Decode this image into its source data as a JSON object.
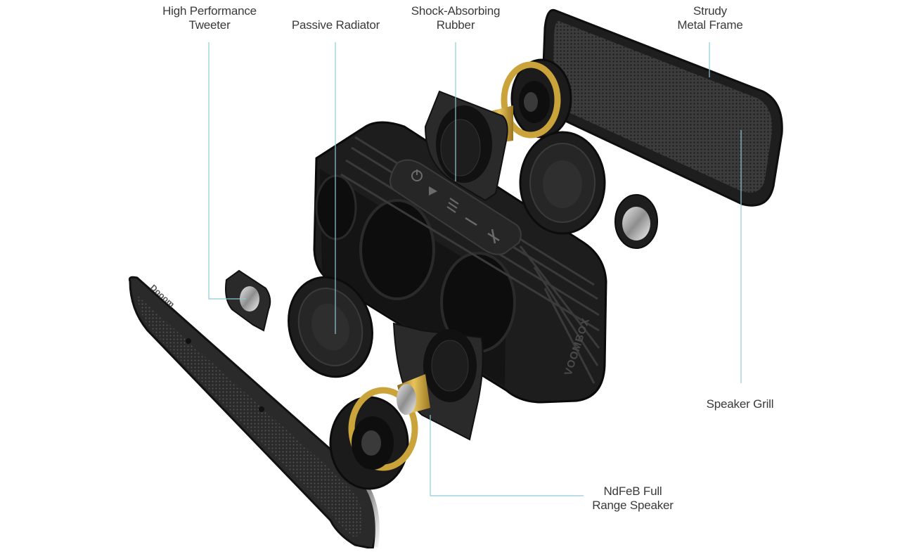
{
  "labels": {
    "tweeter": [
      "High Performance",
      "Tweeter"
    ],
    "passive_radiator": "Passive Radiator",
    "shock_rubber": [
      "Shock-Absorbing",
      "Rubber"
    ],
    "metal_frame": [
      "Strudy",
      "Metal Frame"
    ],
    "speaker_grill": "Speaker Grill",
    "full_range": [
      "NdFeB Full",
      "Range Speaker"
    ]
  },
  "branding": {
    "side_logo": "VOOMBOX",
    "grill_logo": "Dooom"
  },
  "controls": {
    "buttons": [
      "power-icon",
      "play-icon",
      "menu-icon",
      "minus-icon",
      "plus-icon"
    ]
  },
  "colors": {
    "leader": "#8fcbd9",
    "body": "#1d1d1d",
    "gold": "#c9a032",
    "text": "#3a3a3a"
  }
}
